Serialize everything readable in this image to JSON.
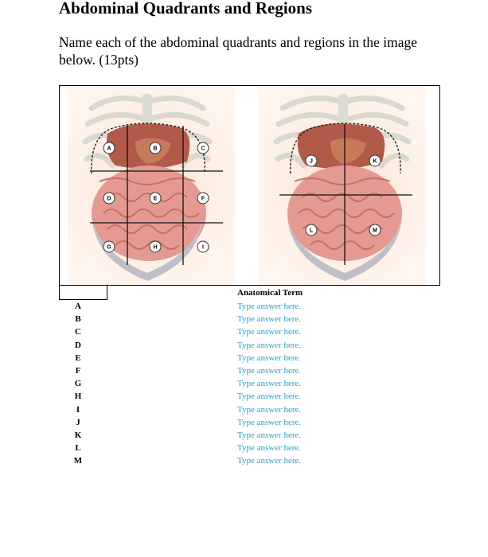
{
  "title": "Abdominal Quadrants and Regions",
  "instructions": "Name each of the abdominal quadrants and regions in the image below. (13pts)",
  "figure": {
    "left_labels": [
      "A",
      "B",
      "C",
      "D",
      "E",
      "F",
      "G",
      "H",
      "I"
    ],
    "right_labels": [
      "J",
      "K",
      "L",
      "M"
    ]
  },
  "table": {
    "column_header": "Anatomical Term",
    "rows": [
      {
        "letter": "A",
        "answer": "Type answer here."
      },
      {
        "letter": "B",
        "answer": "Type answer here."
      },
      {
        "letter": "C",
        "answer": "Type answer here."
      },
      {
        "letter": "D",
        "answer": "Type answer here."
      },
      {
        "letter": "E",
        "answer": "Type answer here."
      },
      {
        "letter": "F",
        "answer": "Type answer here."
      },
      {
        "letter": "G",
        "answer": "Type answer here."
      },
      {
        "letter": "H",
        "answer": "Type answer here."
      },
      {
        "letter": "I",
        "answer": "Type answer here."
      },
      {
        "letter": "J",
        "answer": "Type answer here."
      },
      {
        "letter": "K",
        "answer": "Type answer here."
      },
      {
        "letter": "L",
        "answer": "Type answer here."
      },
      {
        "letter": "M",
        "answer": "Type answer here."
      }
    ]
  },
  "colors": {
    "answer_placeholder": "#2aa0cc"
  }
}
